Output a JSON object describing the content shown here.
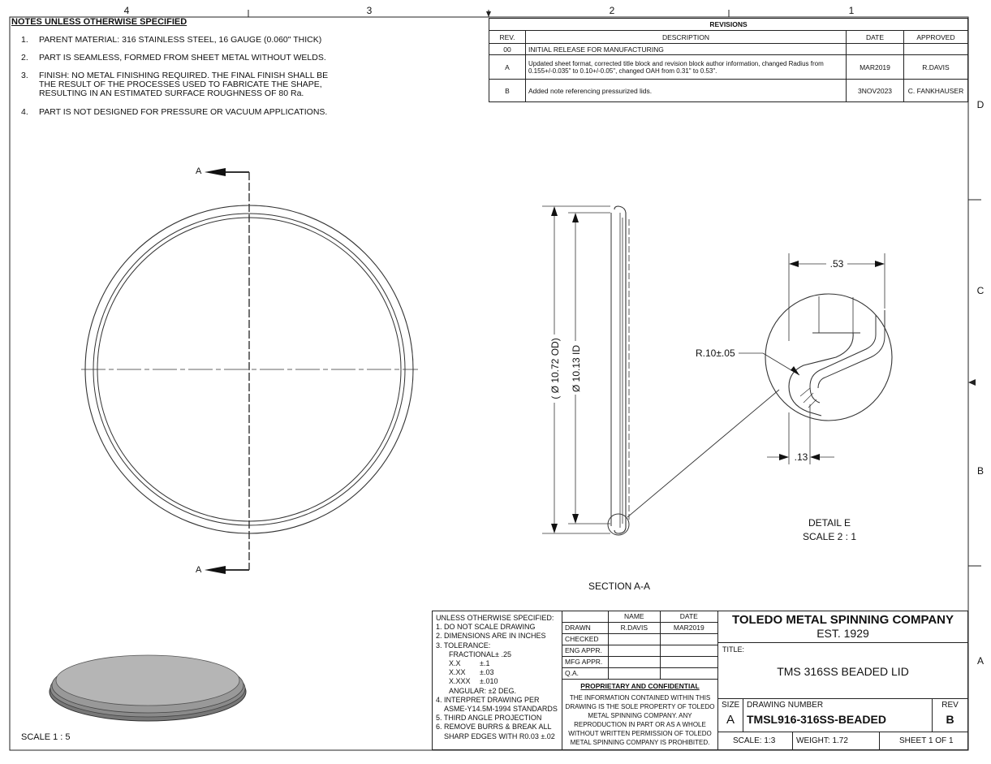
{
  "border": {
    "zones_top": [
      "4",
      "3",
      "2",
      "1"
    ],
    "zones_right": [
      "D",
      "C",
      "B",
      "A"
    ]
  },
  "notes": {
    "title": "NOTES UNLESS OTHERWISE SPECIFIED",
    "items": [
      {
        "num": "1.",
        "text": "PARENT MATERIAL: 316 STAINLESS STEEL, 16 GAUGE (0.060\" THICK)"
      },
      {
        "num": "2.",
        "text": "PART IS SEAMLESS, FORMED FROM SHEET METAL WITHOUT WELDS."
      },
      {
        "num": "3.",
        "text": "FINISH: NO METAL FINISHING REQUIRED.  THE FINAL FINISH SHALL BE THE RESULT OF THE PROCESSES USED TO FABRICATE THE SHAPE, RESULTING IN AN ESTIMATED SURFACE ROUGHNESS OF 80 Ra."
      },
      {
        "num": "4.",
        "text": "PART IS NOT DESIGNED FOR PRESSURE OR VACUUM APPLICATIONS."
      }
    ]
  },
  "revisions": {
    "title": "REVISIONS",
    "headers": [
      "REV.",
      "DESCRIPTION",
      "DATE",
      "APPROVED"
    ],
    "rows": [
      {
        "rev": "00",
        "description": "INITIAL RELEASE FOR MANUFACTURING",
        "date": "",
        "approved": ""
      },
      {
        "rev": "A",
        "description": "Updated sheet format, corrected title block and revision block author information, changed Radius from 0.155+/-0.035\" to 0.10+/-0.05\", changed OAH from 0.31\" to 0.53\".",
        "date": "MAR2019",
        "approved": "R.DAVIS"
      },
      {
        "rev": "B",
        "description": "Added note referencing pressurized lids.",
        "date": "3NOV2023",
        "approved": "C. FANKHAUSER"
      }
    ]
  },
  "views": {
    "section_label_top": "A",
    "section_label_bottom": "A",
    "section_title": "SECTION A-A",
    "od_label": "( Ø 10.72 OD)",
    "id_label": "Ø 10.13 ID",
    "detail_title": "DETAIL E",
    "detail_scale": "SCALE 2 : 1",
    "dim_width": ".53",
    "dim_radius": "R.10±.05",
    "dim_thickness": ".13",
    "iso_scale": "SCALE 1 : 5"
  },
  "spec": {
    "heading": "UNLESS OTHERWISE SPECIFIED:",
    "line1": "1. DO NOT SCALE DRAWING",
    "line2": "2. DIMENSIONS ARE IN INCHES",
    "line3": "3. TOLERANCE:",
    "fractional": "FRACTIONAL± .25",
    "tol": [
      {
        "k": "X.X",
        "v": "±.1"
      },
      {
        "k": "X.XX",
        "v": "±.03"
      },
      {
        "k": "X.XXX",
        "v": "±.010"
      }
    ],
    "angular": "ANGULAR: ±2 DEG.",
    "line4a": "4. INTERPRET DRAWING PER",
    "line4b": "ASME-Y14.5M-1994 STANDARDS",
    "line5": "5. THIRD ANGLE PROJECTION",
    "line6a": "6. REMOVE BURRS & BREAK ALL",
    "line6b": "SHARP EDGES WITH R0.03 ±.02"
  },
  "approvals": {
    "col_name": "NAME",
    "col_date": "DATE",
    "rows": [
      {
        "role": "DRAWN",
        "name": "R.DAVIS",
        "date": "MAR2019"
      },
      {
        "role": "CHECKED",
        "name": "",
        "date": ""
      },
      {
        "role": "ENG APPR.",
        "name": "",
        "date": ""
      },
      {
        "role": "MFG APPR.",
        "name": "",
        "date": ""
      },
      {
        "role": "Q.A.",
        "name": "",
        "date": ""
      }
    ]
  },
  "proprietary": {
    "title": "PROPRIETARY AND CONFIDENTIAL",
    "text": "THE INFORMATION CONTAINED WITHIN THIS DRAWING IS THE SOLE PROPERTY OF TOLEDO METAL SPINNING COMPANY.  ANY REPRODUCTION IN PART OR AS A WHOLE WITHOUT WRITTEN PERMISSION OF TOLEDO METAL SPINNING COMPANY IS PROHIBITED."
  },
  "title_block": {
    "company": "TOLEDO METAL SPINNING COMPANY",
    "established": "EST. 1929",
    "title_label": "TITLE:",
    "title": "TMS 316SS BEADED LID",
    "size_label": "SIZE",
    "size": "A",
    "dwg_label": "DRAWING NUMBER",
    "dwg_number": "TMSL916-316SS-BEADED",
    "rev_label": "REV",
    "rev": "B",
    "scale": "SCALE: 1:3",
    "weight": "WEIGHT: 1.72",
    "sheet": "SHEET 1 OF 1"
  }
}
